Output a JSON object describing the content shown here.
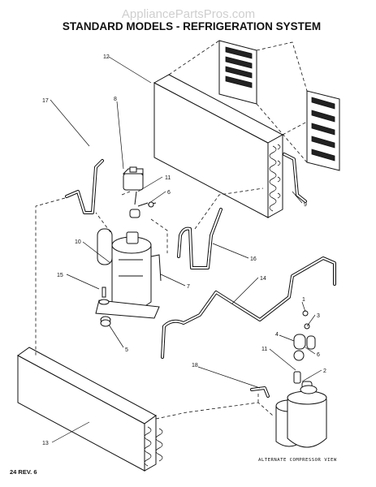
{
  "header": {
    "watermark": "AppliancePartsPros.com",
    "title": "STANDARD MODELS - REFRIGERATION SYSTEM"
  },
  "callouts": [
    {
      "id": "c1",
      "label": "1"
    },
    {
      "id": "c2",
      "label": "2"
    },
    {
      "id": "c3",
      "label": "3"
    },
    {
      "id": "c4",
      "label": "4"
    },
    {
      "id": "c5",
      "label": "5"
    },
    {
      "id": "c6",
      "label": "6"
    },
    {
      "id": "c6b",
      "label": "6"
    },
    {
      "id": "c7",
      "label": "7"
    },
    {
      "id": "c8",
      "label": "8"
    },
    {
      "id": "c9",
      "label": "9"
    },
    {
      "id": "c10",
      "label": "10"
    },
    {
      "id": "c11",
      "label": "11"
    },
    {
      "id": "c11b",
      "label": "11"
    },
    {
      "id": "c12",
      "label": "12"
    },
    {
      "id": "c13",
      "label": "13"
    },
    {
      "id": "c14",
      "label": "14"
    },
    {
      "id": "c15",
      "label": "15"
    },
    {
      "id": "c16",
      "label": "16"
    },
    {
      "id": "c17",
      "label": "17"
    },
    {
      "id": "c18",
      "label": "18"
    }
  ],
  "caption": "ALTERNATE COMPRESSOR VIEW",
  "footer": "24 REV. 6"
}
